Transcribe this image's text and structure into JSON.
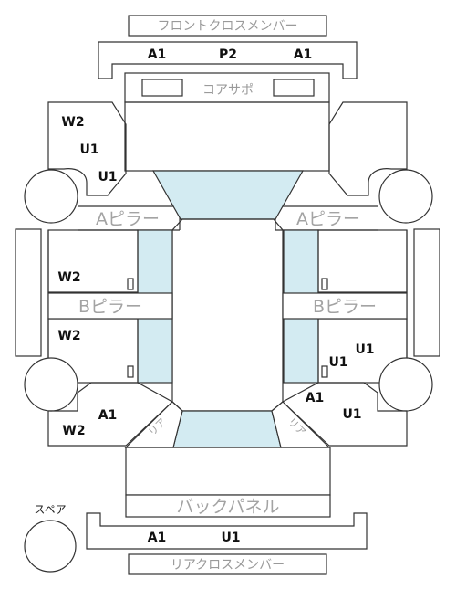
{
  "labels": {
    "front_cross_member": "フロントクロスメンバー",
    "core_support": "コアサポ",
    "a_pillar_left": "Aピラー",
    "a_pillar_right": "Aピラー",
    "b_pillar_left": "Bピラー",
    "b_pillar_right": "Bピラー",
    "back_panel": "バックパネル",
    "rear_cross_member": "リアクロスメンバー",
    "spare": "スペア",
    "side_rot_left": "リア",
    "side_rot_right": "リア"
  },
  "marks": {
    "front_cross_left": "A1",
    "front_cross_center": "P2",
    "front_cross_right": "A1",
    "lf_fender_w2": "W2",
    "lf_fender_u1a": "U1",
    "lf_fender_u1b": "U1",
    "lf_door_w2": "W2",
    "lr_door_w2": "W2",
    "lr_quarter_a1": "A1",
    "lr_quarter_w2": "W2",
    "rr_door_u1a": "U1",
    "rr_door_u1b": "U1",
    "rr_quarter_a1": "A1",
    "rr_quarter_u1": "U1",
    "rear_cross_a1": "A1",
    "rear_cross_u1": "U1"
  },
  "colors": {
    "glass": "#d3ebf2",
    "line": "#333333",
    "label_gray": "#9a9a9a"
  }
}
